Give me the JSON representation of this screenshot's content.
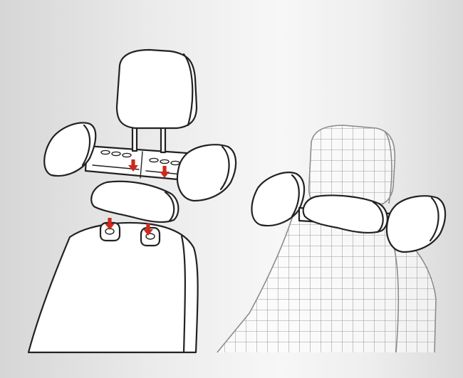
{
  "diagram": {
    "colors": {
      "arrow": "#cc2a1c",
      "outline": "#222222",
      "mesh": "#9a9a9a",
      "fill": "#ffffff"
    },
    "parts": {
      "headrest": "headrest",
      "headrest_posts": "headrest-posts",
      "mount_bar": "mount-bar",
      "side_wings": "side-wings",
      "neck_pillow": "neck-pillow",
      "seat_back": "seat-back",
      "post_sockets": "post-sockets"
    },
    "steps": {
      "exploded_view": "exploded-view",
      "assembled_view": "assembled-view"
    },
    "arrow_count": 4
  }
}
